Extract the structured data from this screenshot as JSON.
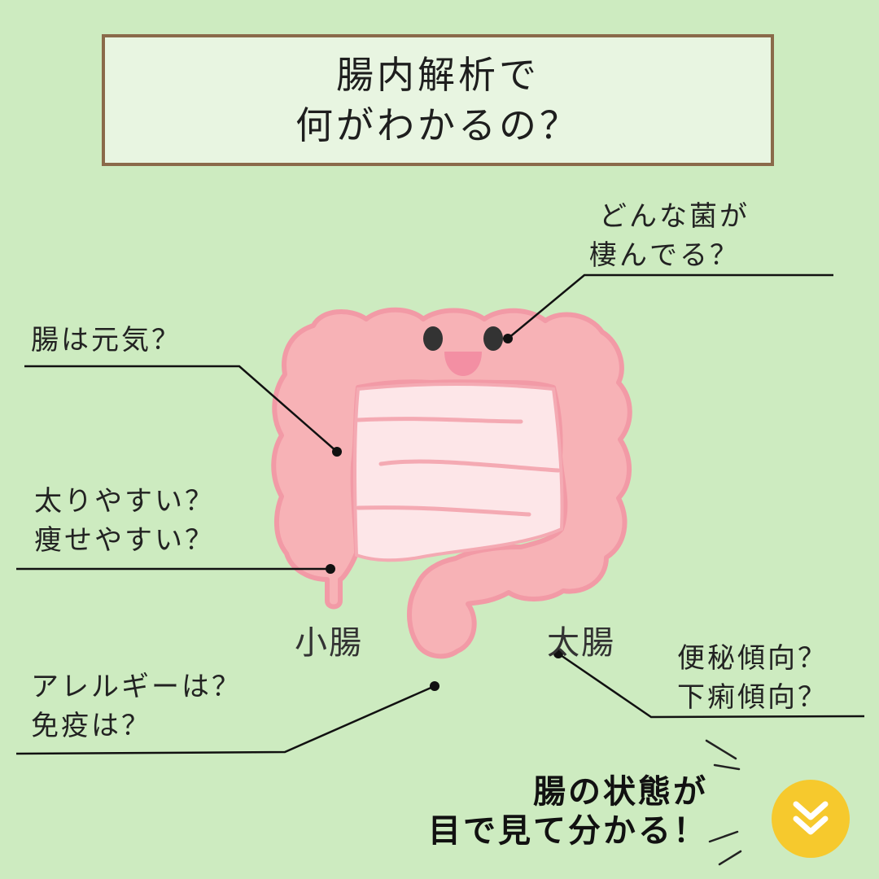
{
  "title": {
    "line1": "腸内解析で",
    "line2": "何がわかるの？"
  },
  "questions": {
    "bacteria": [
      "どんな菌が",
      "棲んでる？"
    ],
    "gut_health": "腸は元気？",
    "weight": [
      "太りやすい？",
      "痩せやすい？"
    ],
    "allergy": [
      "アレルギーは？",
      "免疫は？"
    ],
    "bowel": [
      "便秘傾向？",
      "下痢傾向？"
    ]
  },
  "organs": {
    "small_intestine": "小腸",
    "large_intestine": "太腸"
  },
  "punchline": {
    "line1": "腸の状態が",
    "line2": "目で見て分かる！"
  },
  "icons": {
    "scroll_down": "double-chevron-down-icon",
    "character": "intestine-character-icon"
  },
  "colors": {
    "background": "#cdebc0",
    "title_bg": "#e8f5e1",
    "title_border": "#8a6a4a",
    "intestine_outer": "#f7b2b6",
    "intestine_inner": "#fde6e8",
    "cheek_pink": "#f38fa3",
    "badge_yellow": "#f6c92d"
  }
}
